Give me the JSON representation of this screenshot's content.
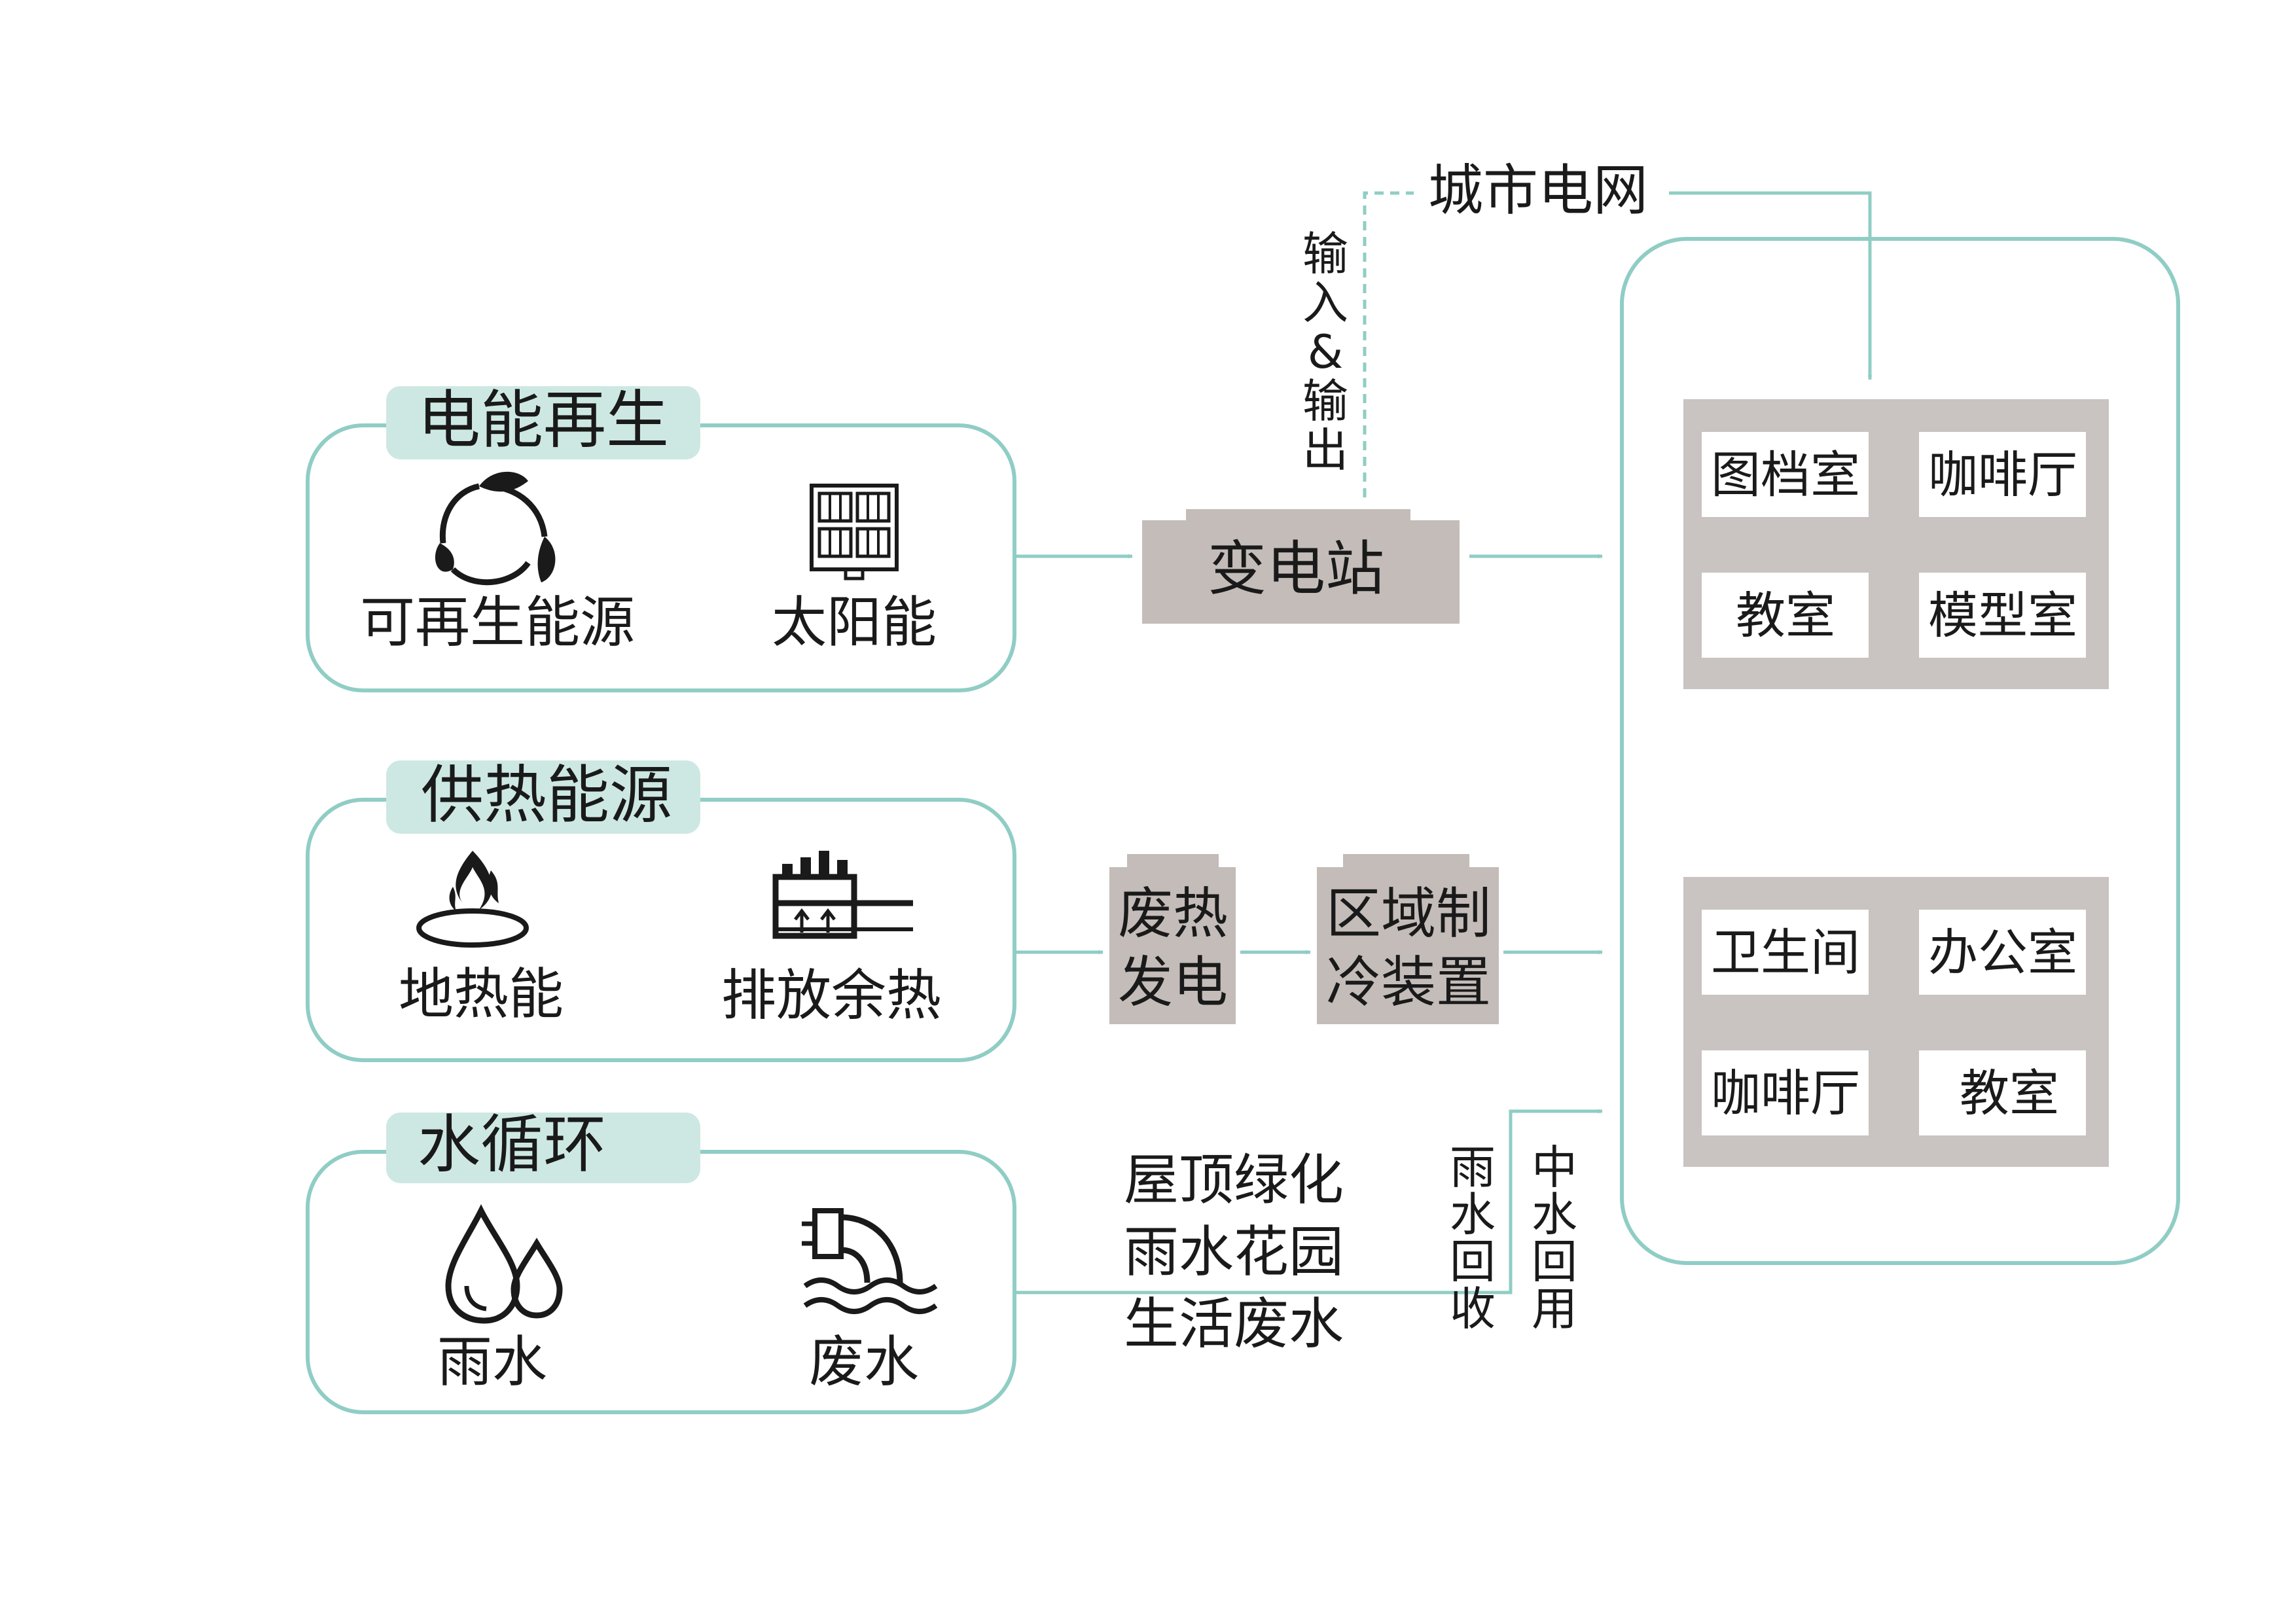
{
  "colors": {
    "teal": "#8fcdc5",
    "teal_fill": "#cde8e2",
    "gray_box": "#c3bcb9",
    "room_panel": "#c9c3c1",
    "room_cell": "#ffffff",
    "text": "#1a1a1a"
  },
  "grid": {
    "label": "城市电网"
  },
  "io_label": [
    "输",
    "入",
    "&",
    "输",
    "出"
  ],
  "sections": {
    "electric": {
      "title": "电能再生",
      "items": [
        {
          "label": "可再生能源",
          "icon": "recycle-leaves-icon"
        },
        {
          "label": "太阳能",
          "icon": "solar-panel-icon"
        }
      ]
    },
    "heat": {
      "title": "供热能源",
      "items": [
        {
          "label": "地热能",
          "icon": "geothermal-flame-icon"
        },
        {
          "label": "排放余热",
          "icon": "factory-heat-icon"
        }
      ]
    },
    "water": {
      "title": "水循环",
      "items": [
        {
          "label": "雨水",
          "icon": "water-drops-icon"
        },
        {
          "label": "废水",
          "icon": "wastewater-pipe-icon"
        }
      ]
    }
  },
  "substation": {
    "label": "变电站"
  },
  "waste_heat_power": {
    "lines": [
      "废热",
      "发电"
    ]
  },
  "district_cooling": {
    "lines": [
      "区域制",
      "冷装置"
    ]
  },
  "water_uses": [
    "屋顶绿化",
    "雨水花园",
    "生活废水"
  ],
  "rain_recovery": [
    "雨",
    "水",
    "回",
    "收"
  ],
  "reclaimed_water": [
    "中",
    "水",
    "回",
    "用"
  ],
  "building": {
    "upper_rooms": [
      "图档室",
      "咖啡厅",
      "教室",
      "模型室"
    ],
    "lower_rooms": [
      "卫生间",
      "办公室",
      "咖啡厅",
      "教室"
    ]
  }
}
